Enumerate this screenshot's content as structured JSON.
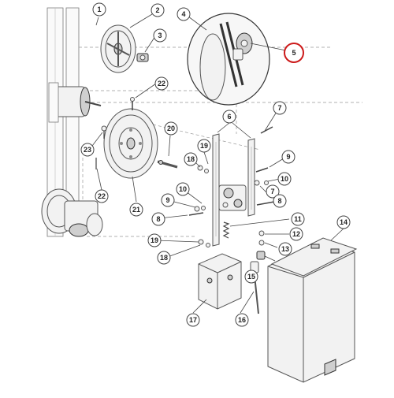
{
  "diagram": {
    "highlighted_part": "5",
    "highlight_color": "#cc1a1a",
    "callouts": [
      {
        "label": "1"
      },
      {
        "label": "2"
      },
      {
        "label": "3"
      },
      {
        "label": "4"
      },
      {
        "label": "5"
      },
      {
        "label": "22"
      },
      {
        "label": "7"
      },
      {
        "label": "6"
      },
      {
        "label": "20"
      },
      {
        "label": "23"
      },
      {
        "label": "19"
      },
      {
        "label": "18"
      },
      {
        "label": "22"
      },
      {
        "label": "21"
      },
      {
        "label": "8"
      },
      {
        "label": "10"
      },
      {
        "label": "9"
      },
      {
        "label": "9"
      },
      {
        "label": "10"
      },
      {
        "label": "7"
      },
      {
        "label": "8"
      },
      {
        "label": "11"
      },
      {
        "label": "12"
      },
      {
        "label": "13"
      },
      {
        "label": "19"
      },
      {
        "label": "18"
      },
      {
        "label": "14"
      },
      {
        "label": "15"
      },
      {
        "label": "17"
      },
      {
        "label": "16"
      }
    ]
  }
}
